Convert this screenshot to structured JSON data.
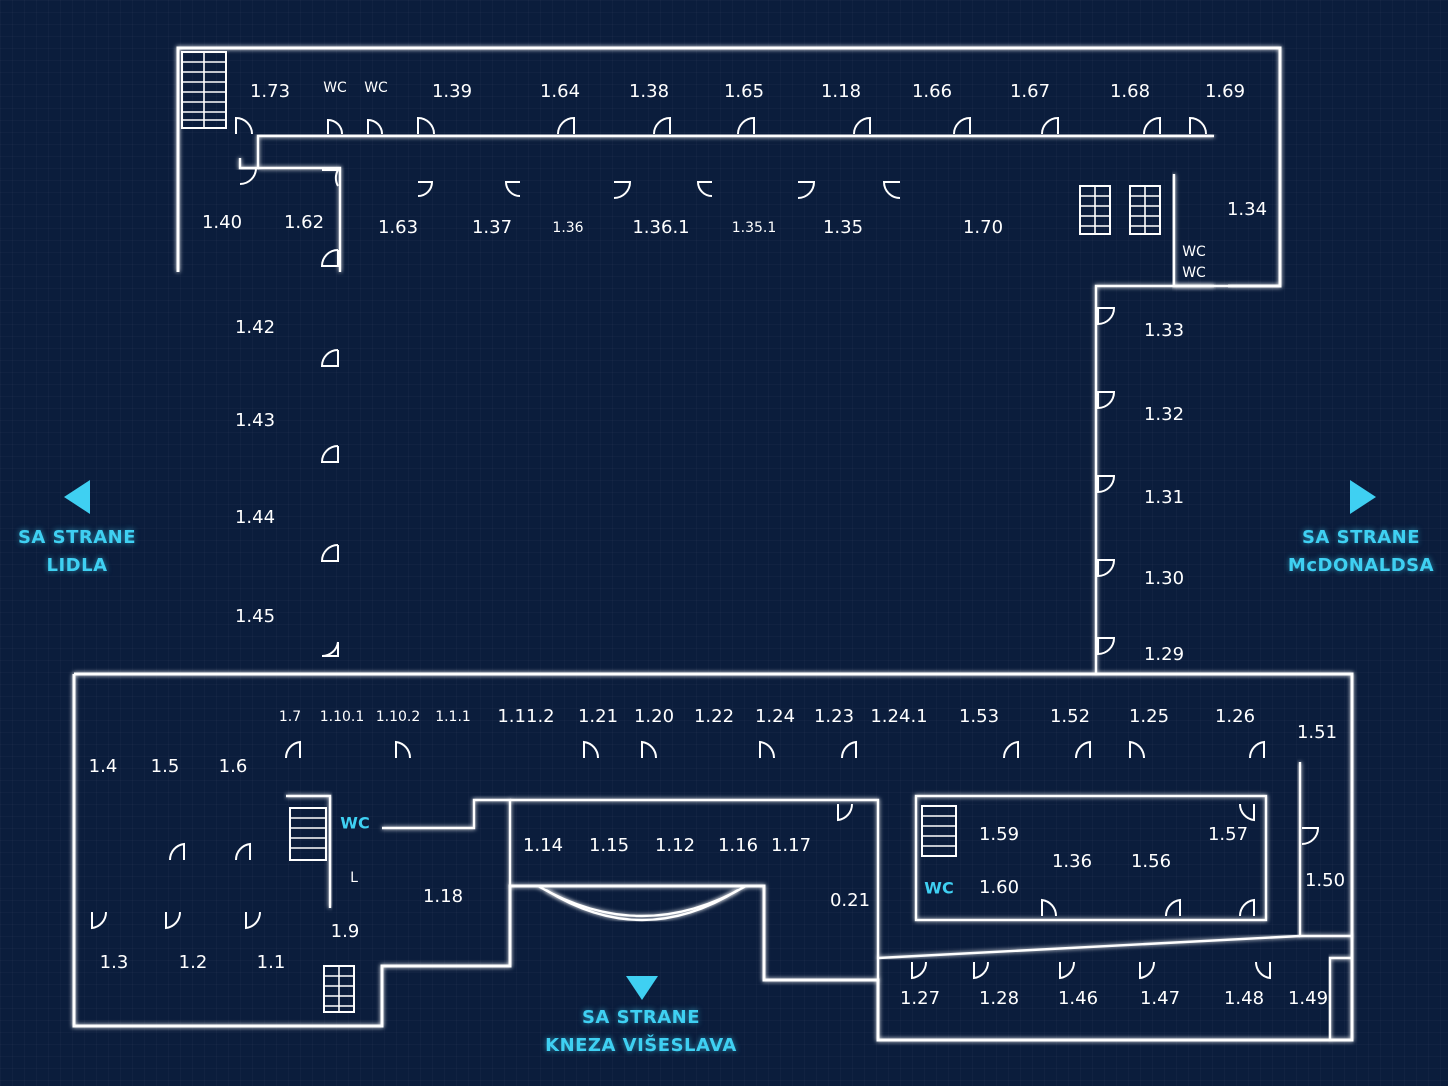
{
  "colors": {
    "background": "#0b1d3c",
    "walls": "#ffffff",
    "accent": "#3fd0f2"
  },
  "directions": {
    "left": {
      "icon": "arrow-left-icon",
      "line1": "SA STRANE",
      "line2": "LIDLA"
    },
    "right": {
      "icon": "arrow-right-icon",
      "line1": "SA STRANE",
      "line2": "McDONALDSA"
    },
    "bottom": {
      "icon": "arrow-down-icon",
      "line1": "SA STRANE",
      "line2": "KNEZA VIŠESLAVA"
    }
  },
  "rooms": {
    "top_row": [
      "1.73",
      "WC",
      "WC",
      "1.39",
      "1.64",
      "1.38",
      "1.65",
      "1.18",
      "1.66",
      "1.67",
      "1.68",
      "1.69"
    ],
    "inner_north": [
      "1.40",
      "1.62",
      "1.63",
      "1.37",
      "1.36",
      "1.36.1",
      "1.35.1",
      "1.35",
      "1.70"
    ],
    "east_corner": [
      "1.34",
      "WC",
      "WC"
    ],
    "west_wing": [
      "1.42",
      "1.43",
      "1.44",
      "1.45"
    ],
    "east_wing": [
      "1.33",
      "1.32",
      "1.31",
      "1.30",
      "1.29"
    ],
    "south_north_row": [
      "1.4",
      "1.5",
      "1.6",
      "1.7",
      "1.10.1",
      "1.10.2",
      "1.1.1",
      "1.11.2",
      "1.21",
      "1.20",
      "1.22",
      "1.24",
      "1.23",
      "1.24.1",
      "1.53",
      "1.52",
      "1.25",
      "1.26",
      "1.51"
    ],
    "south_west": [
      "WC",
      "L",
      "1.18",
      "1.9",
      "1.3",
      "1.2",
      "1.1"
    ],
    "south_center": [
      "1.14",
      "1.15",
      "1.12",
      "1.16",
      "1.17",
      "0.21"
    ],
    "south_east_inner": [
      "1.59",
      "1.60",
      "WC",
      "1.36",
      "1.56",
      "1.57",
      "1.50"
    ],
    "south_bottom": [
      "1.27",
      "1.28",
      "1.46",
      "1.47",
      "1.48",
      "1.49"
    ]
  }
}
